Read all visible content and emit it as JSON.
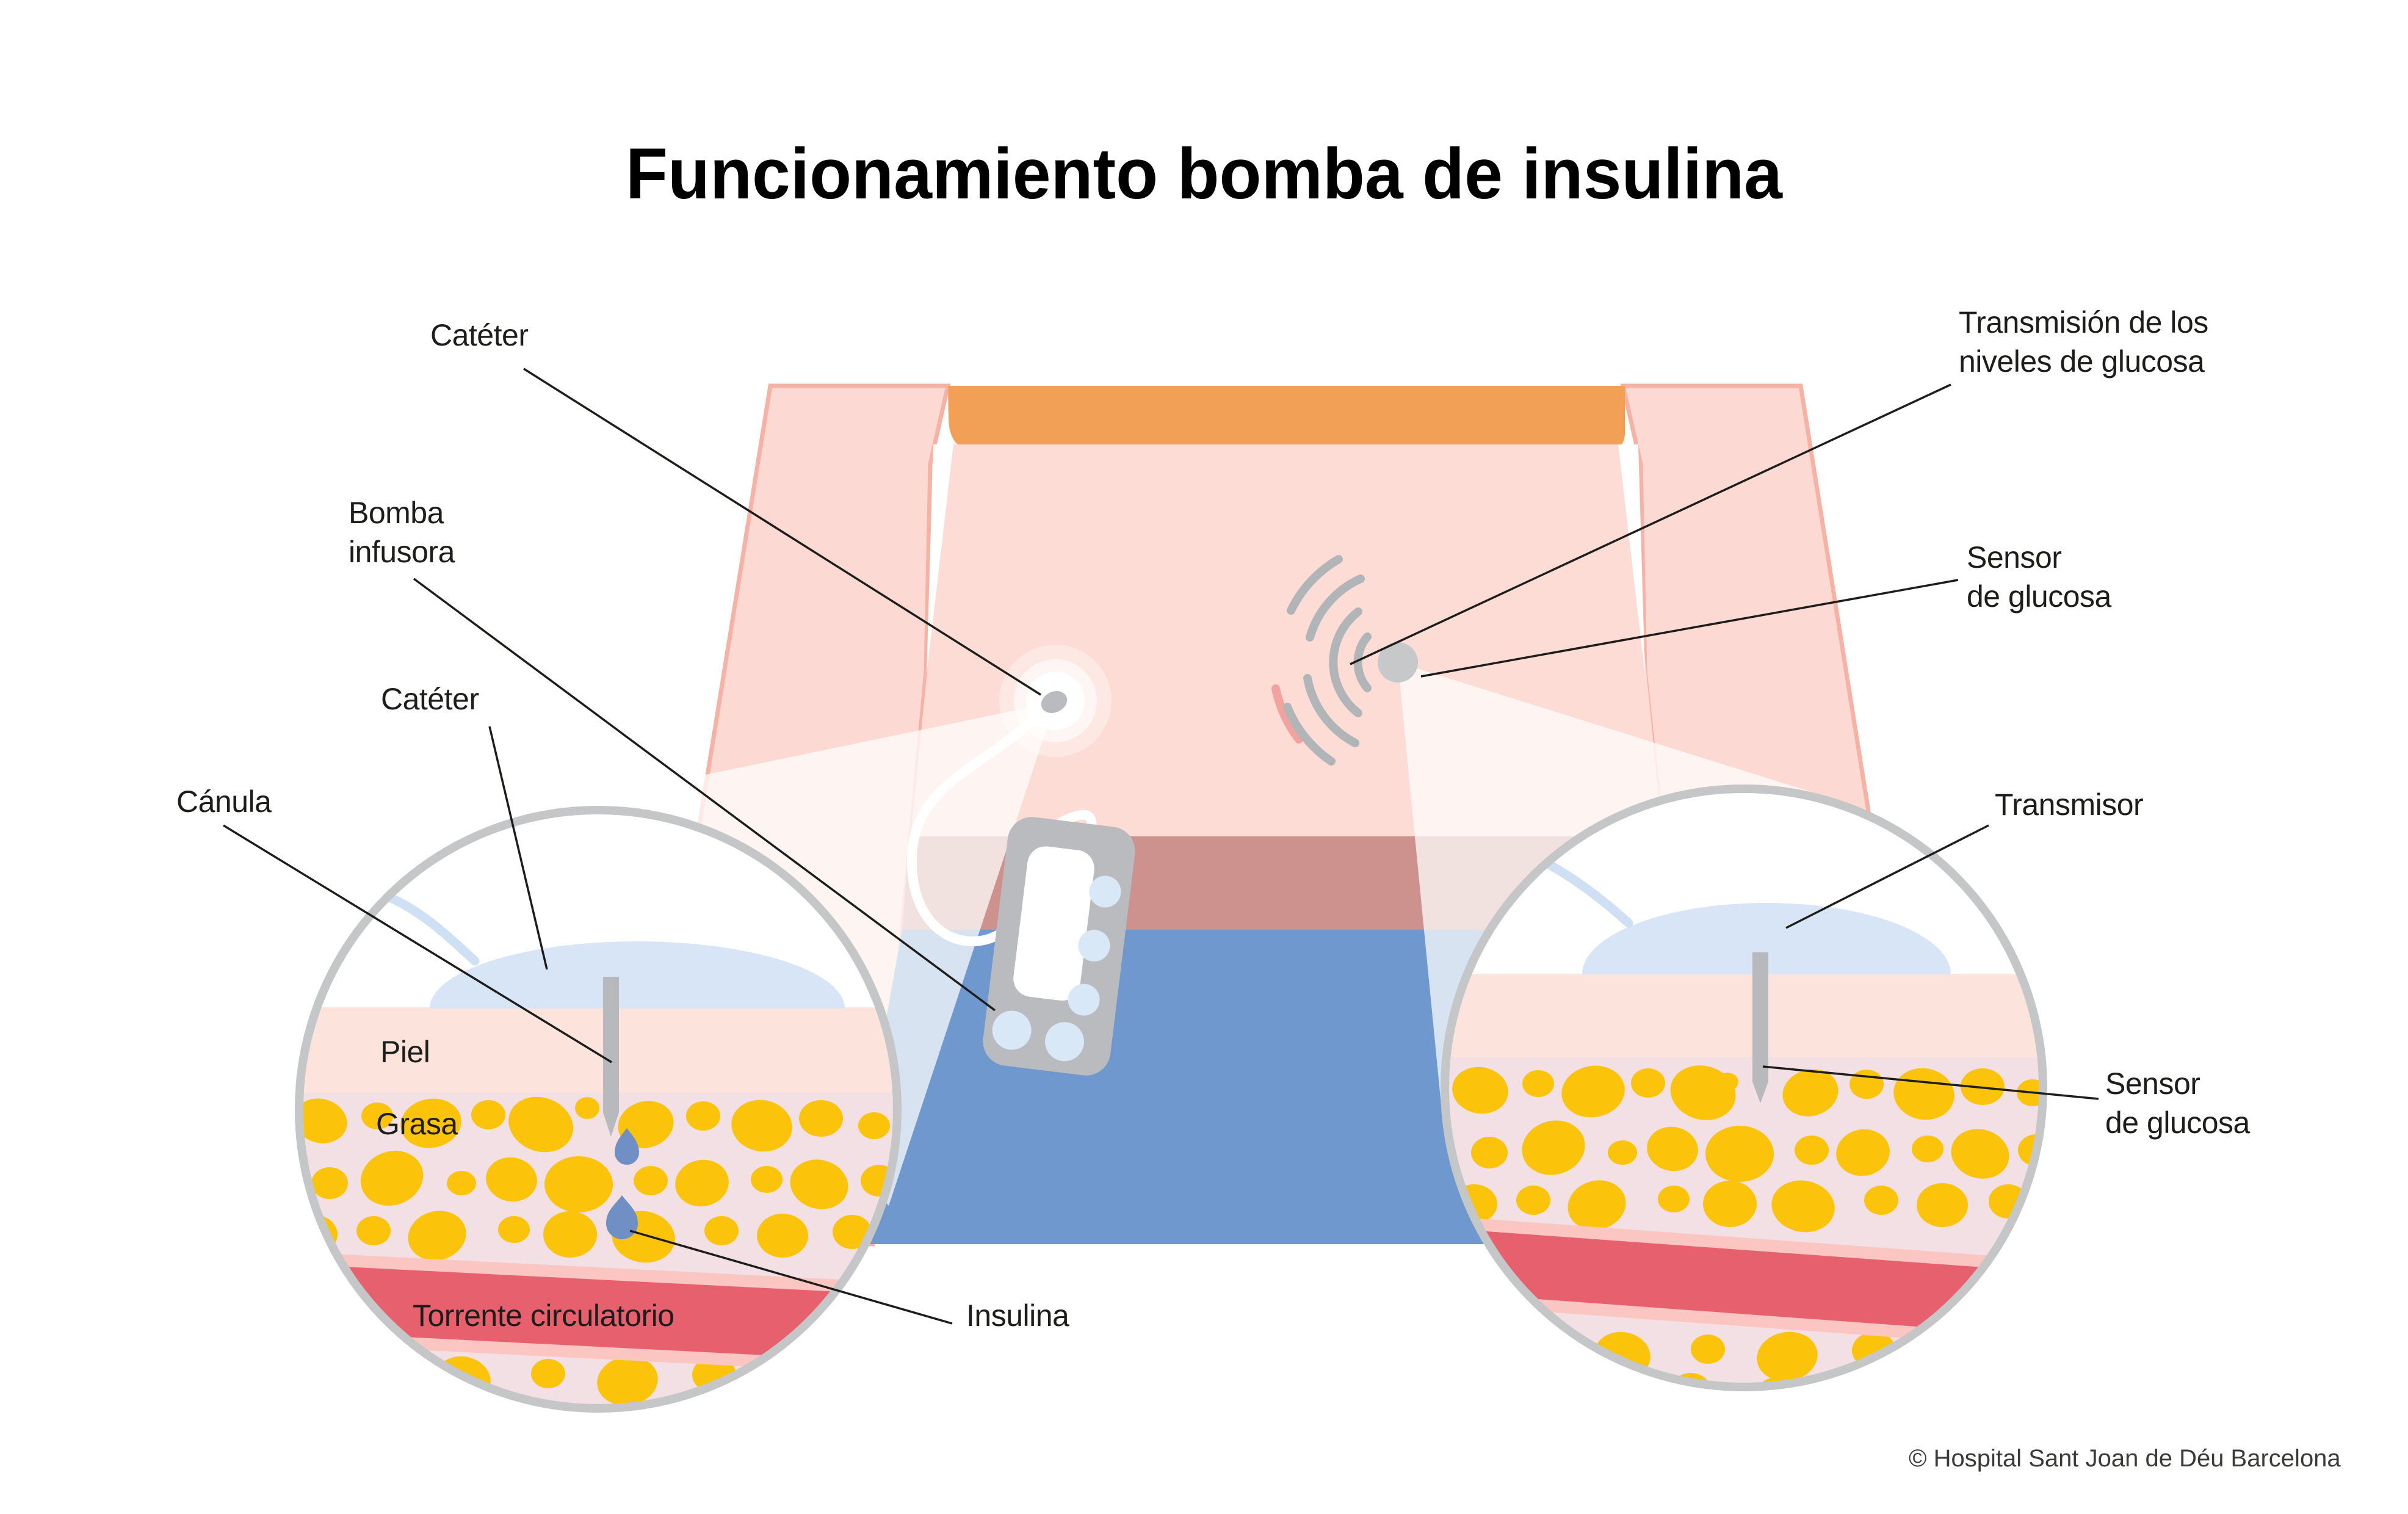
{
  "title": "Funcionamiento bomba de insulina",
  "credit": "© Hospital Sant Joan de Déu Barcelona",
  "labels": {
    "cateter_top": "Catéter",
    "bomba_infusora_1": "Bomba",
    "bomba_infusora_2": "infusora",
    "cateter_insertion": "Catéter",
    "canula": "Cánula",
    "piel": "Piel",
    "grasa": "Grasa",
    "torrente_circulatorio": "Torrente circulatorio",
    "insulina": "Insulina",
    "transmision_1": "Transmisión de los",
    "transmision_2": "niveles de glucosa",
    "sensor_glucosa_top_1": "Sensor",
    "sensor_glucosa_top_2": "de glucosa",
    "transmisor": "Transmisor",
    "sensor_glucosa_bottom_1": "Sensor",
    "sensor_glucosa_bottom_2": "de glucosa"
  },
  "colors": {
    "skin_torso": "#fcdcd5",
    "arm_fill": "#fcd9d3",
    "arm_outline": "#f6b2a5",
    "shirt_orange": "#f3a057",
    "waistband_mauve": "#cd928e",
    "pants_blue": "#6f99ce",
    "device_gray": "#b9bbbe",
    "button_blue": "#d9e8f7",
    "sensor_gray": "#c6c8ca",
    "wifi_arc_gray": "#b2b5b8",
    "wifi_arc_pink": "#f2a39e",
    "skin_layer": "#fce4dd",
    "fat_background": "#f2e0e4",
    "fat_globule_yellow": "#fcc30b",
    "blood_red": "#e6606e",
    "blood_edge_pink": "#fbc5c1",
    "patch_blue": "#d7e5f7",
    "tube_blue": "#cfe0f4",
    "insulin_drop_blue": "#7090c5",
    "circle_ring_gray": "#c5c6c8",
    "label_text": "#1d1d1b"
  }
}
